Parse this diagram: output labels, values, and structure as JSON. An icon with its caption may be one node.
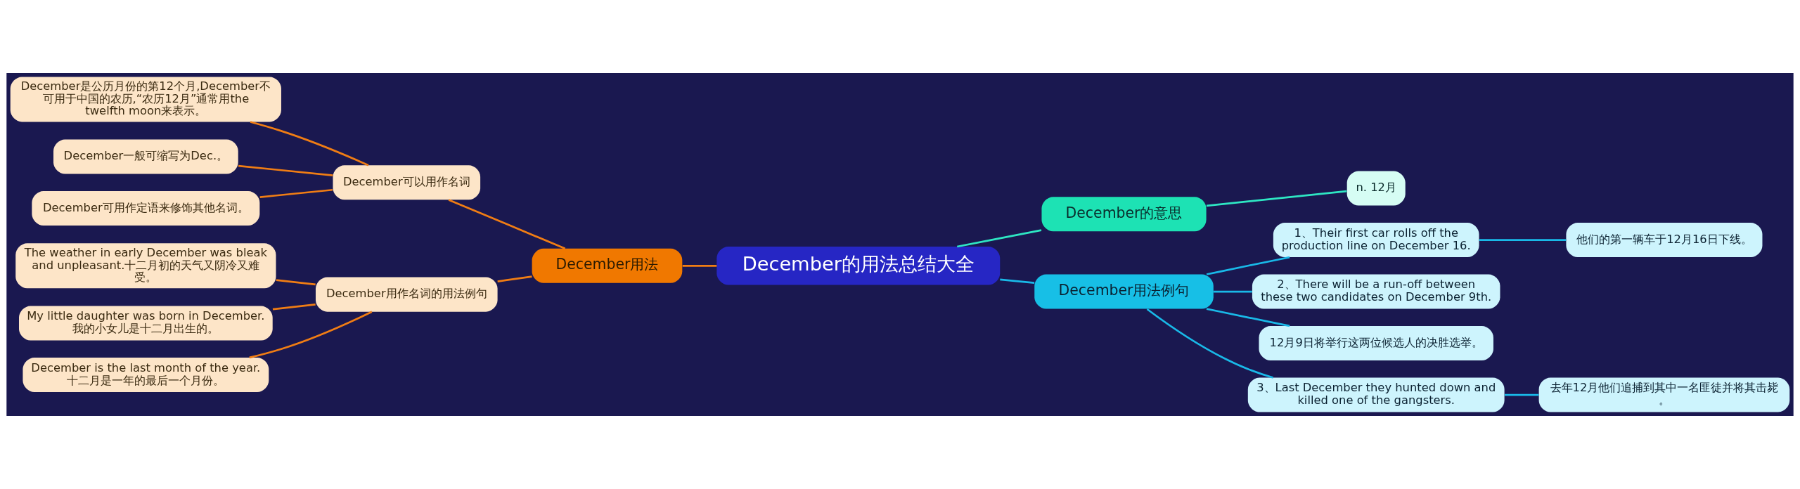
{
  "diagram": {
    "nodes": [
      {
        "text": [
          "December的用法总结大全"
        ]
      },
      {
        "text": [
          "December用法"
        ]
      },
      {
        "text": [
          "December可以用作名词"
        ]
      },
      {
        "text": [
          "December是公历月份的第12个月,December不可用于中国的农历,“农历12月”通常用the twelfth moon来表示。"
        ]
      },
      {
        "text": [
          "December一般可缩写为Dec.。"
        ]
      },
      {
        "text": [
          "December可用作定语来修饰其他名词。"
        ]
      },
      {
        "text": [
          "December用作名词的用法例句"
        ]
      },
      {
        "text": [
          "The weather in early December was bleak and unpleasant.十二月初的天气又阴冷又难受。"
        ]
      },
      {
        "text": [
          "My little daughter was born in December.我的小女儿是十二月出生的。"
        ]
      },
      {
        "text": [
          "December is the last month of the year.十二月是一年的最后一个月份。"
        ]
      },
      {
        "text": [
          "December的意思"
        ]
      },
      {
        "text": [
          "n. 12月"
        ]
      },
      {
        "text": [
          "December用法例句"
        ]
      },
      {
        "text": [
          "1、Their first car rolls off the production line on December 16."
        ]
      },
      {
        "text": [
          "他们的第一辆车于12月16日下线。"
        ]
      },
      {
        "text": [
          "2、There will be a run-off between these two candidates on December 9th."
        ]
      },
      {
        "text": [
          "12月9日将举行这两位候选人的决胜选举。"
        ]
      },
      {
        "text": [
          "3、Last December they hunted down and killed one of the gangsters."
        ]
      },
      {
        "text": [
          "去年12月他们追捕到其中一名匪徒并将其击毙。"
        ]
      }
    ],
    "edges": [
      {
        "from": 0,
        "to": 1,
        "arrow": "none",
        "color": "#f07d14"
      },
      {
        "from": 1,
        "to": 2,
        "arrow": "none",
        "color": "#f07d14"
      },
      {
        "from": 2,
        "to": 3,
        "arrow": "none",
        "color": "#f07d14"
      },
      {
        "from": 2,
        "to": 4,
        "arrow": "none",
        "color": "#f07d14"
      },
      {
        "from": 2,
        "to": 5,
        "arrow": "none",
        "color": "#f07d14"
      },
      {
        "from": 1,
        "to": 6,
        "arrow": "none",
        "color": "#f07d14"
      },
      {
        "from": 6,
        "to": 7,
        "arrow": "none",
        "color": "#f07d14"
      },
      {
        "from": 6,
        "to": 8,
        "arrow": "none",
        "color": "#f07d14"
      },
      {
        "from": 6,
        "to": 9,
        "arrow": "none",
        "color": "#f07d14"
      },
      {
        "from": 0,
        "to": 10,
        "arrow": "none",
        "color": "#2ee6c3"
      },
      {
        "from": 10,
        "to": 11,
        "arrow": "none",
        "color": "#2ee6c3"
      },
      {
        "from": 0,
        "to": 12,
        "arrow": "none",
        "color": "#19b9e8"
      },
      {
        "from": 12,
        "to": 13,
        "arrow": "none",
        "color": "#19b9e8"
      },
      {
        "from": 13,
        "to": 14,
        "arrow": "none",
        "color": "#19b9e8"
      },
      {
        "from": 12,
        "to": 15,
        "arrow": "none",
        "color": "#19b9e8"
      },
      {
        "from": 12,
        "to": 16,
        "arrow": "none",
        "color": "#19b9e8"
      },
      {
        "from": 12,
        "to": 17,
        "arrow": "none",
        "color": "#19b9e8"
      },
      {
        "from": 17,
        "to": 18,
        "arrow": "none",
        "color": "#19b9e8"
      }
    ]
  }
}
